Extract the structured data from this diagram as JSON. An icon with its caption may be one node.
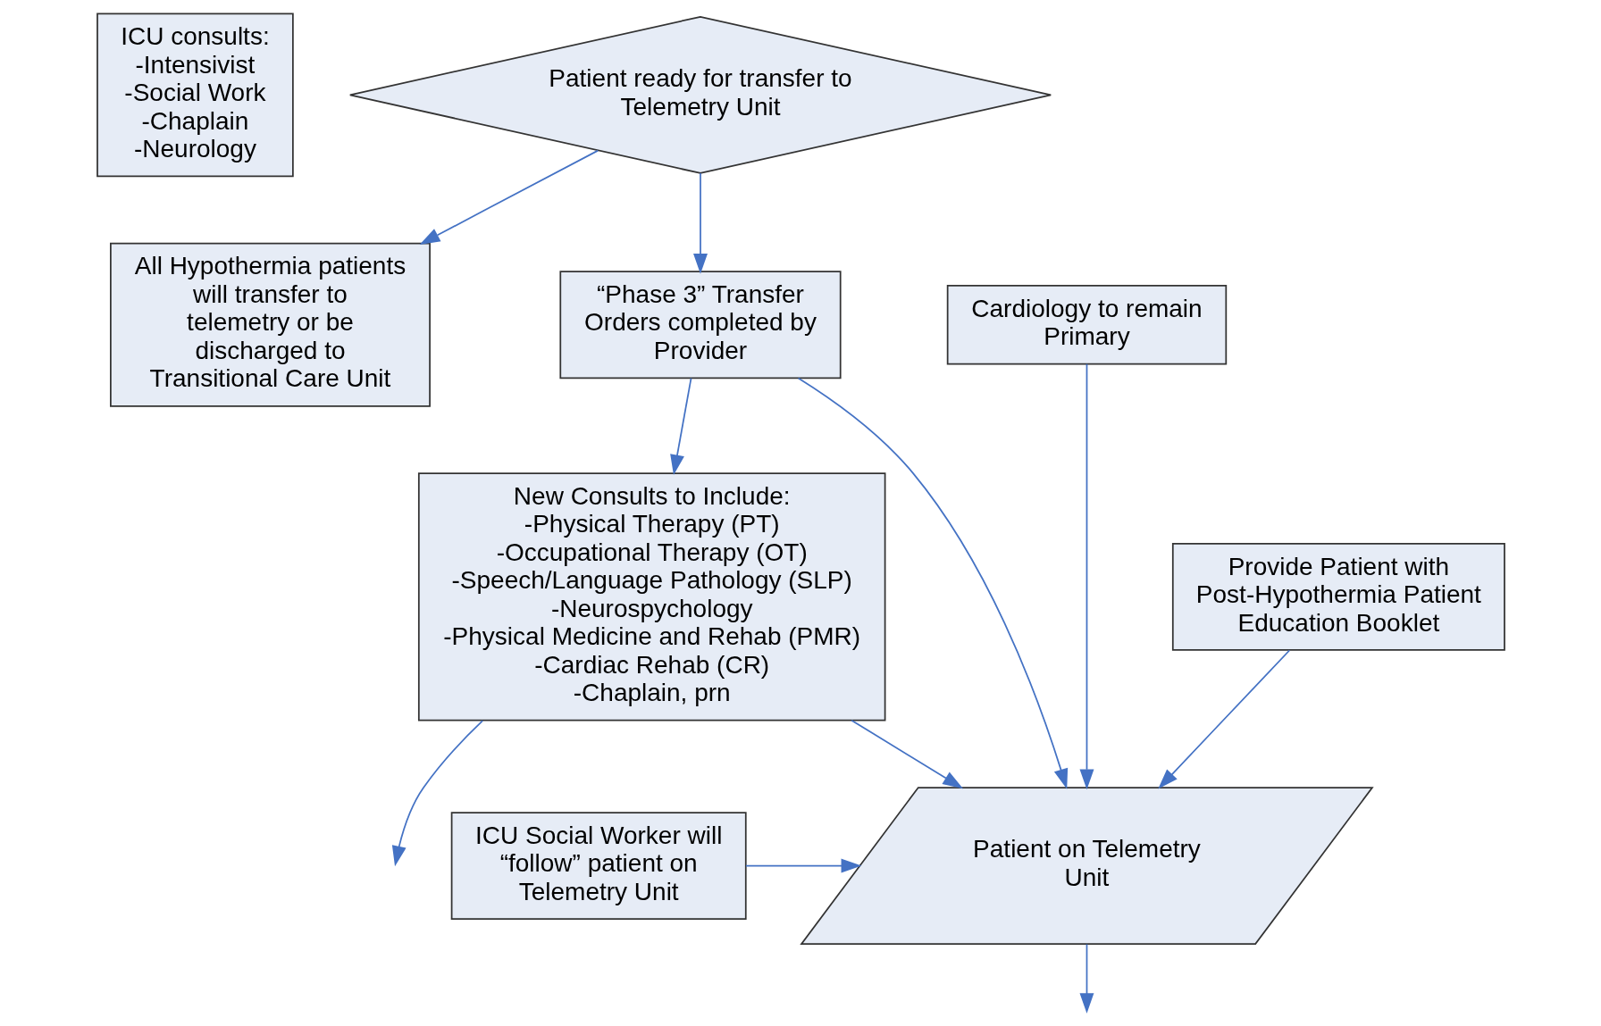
{
  "diagram": {
    "nodes": [
      {
        "text": [
          "Patient ready for transfer to Telemetry Unit"
        ]
      },
      {
        "text": [
          "ICU consults: -Intensivist -Social Work -Chaplain -Neurology"
        ]
      },
      {
        "text": [
          "All Hypothermia patients will transfer to telemetry or be discharged to Transitional Care Unit"
        ]
      },
      {
        "text": [
          "Cardiology to remain Primary"
        ]
      },
      {
        "text": [
          "“Phase 3” Transfer Orders completed by Provider"
        ]
      },
      {
        "text": [
          "New Consults to Include: -Physical Therapy (PT) -Occupational Therapy (OT) -Speech/Language Pathology (SLP) -Neurospychology -Physical Medicine and Rehab (PMR) -Cardiac Rehab (CR) -Chaplain, prn"
        ]
      },
      {
        "text": [
          "Provide Patient with Post-Hypothermia Patient Education Booklet"
        ]
      },
      {
        "text": [
          "ICU Social Worker will “follow” patient on Telemetry Unit"
        ]
      },
      {
        "text": [
          "Patient on Telemetry Unit"
        ]
      }
    ],
    "edges": [
      {
        "from": 0,
        "to": 2,
        "arrow": "to"
      },
      {
        "from": 0,
        "to": 4,
        "arrow": "to"
      },
      {
        "from": 4,
        "to": 5,
        "arrow": "to"
      },
      {
        "from": 3,
        "to": 8,
        "arrow": "to"
      },
      {
        "from": 6,
        "to": 8,
        "arrow": "to"
      },
      {
        "from": 4,
        "to": 8,
        "arrow": "to"
      },
      {
        "from": 5,
        "to": 8,
        "arrow": "to"
      },
      {
        "from": 7,
        "to": 8,
        "arrow": "to"
      },
      {
        "from": 8,
        "to": null,
        "arrow": "to"
      },
      {
        "from": 5,
        "to": null,
        "arrow": "to"
      }
    ]
  }
}
